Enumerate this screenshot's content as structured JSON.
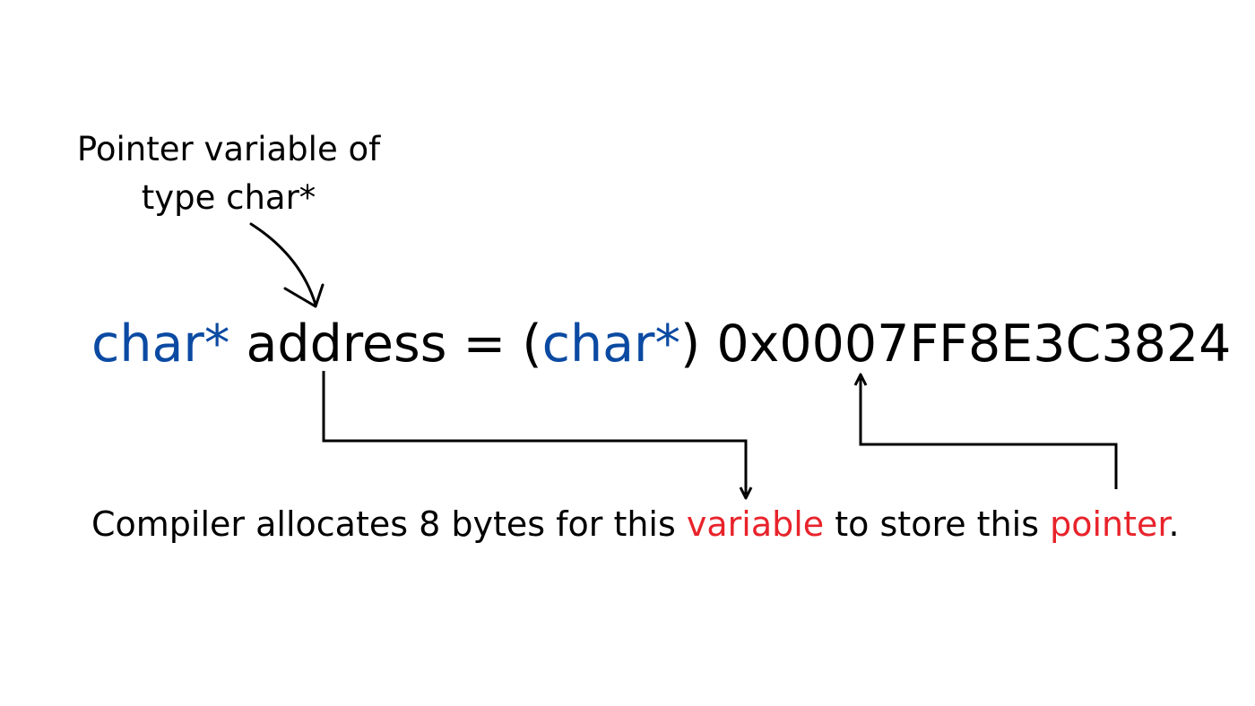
{
  "top_annotation": {
    "line1": "Pointer variable of",
    "line2": "type char*"
  },
  "code": {
    "type1": "char*",
    "name": " address = (",
    "type2": "char*",
    "value": ") 0x0007FF8E3C3824"
  },
  "bottom_annotation": {
    "part1": "Compiler allocates 8 bytes for this ",
    "highlight1": "variable",
    "part2": " to store this ",
    "highlight2": "pointer",
    "part3": "."
  },
  "colors": {
    "type_keyword": "#0b4aa2",
    "highlight": "#e8232b",
    "text": "#000000"
  }
}
